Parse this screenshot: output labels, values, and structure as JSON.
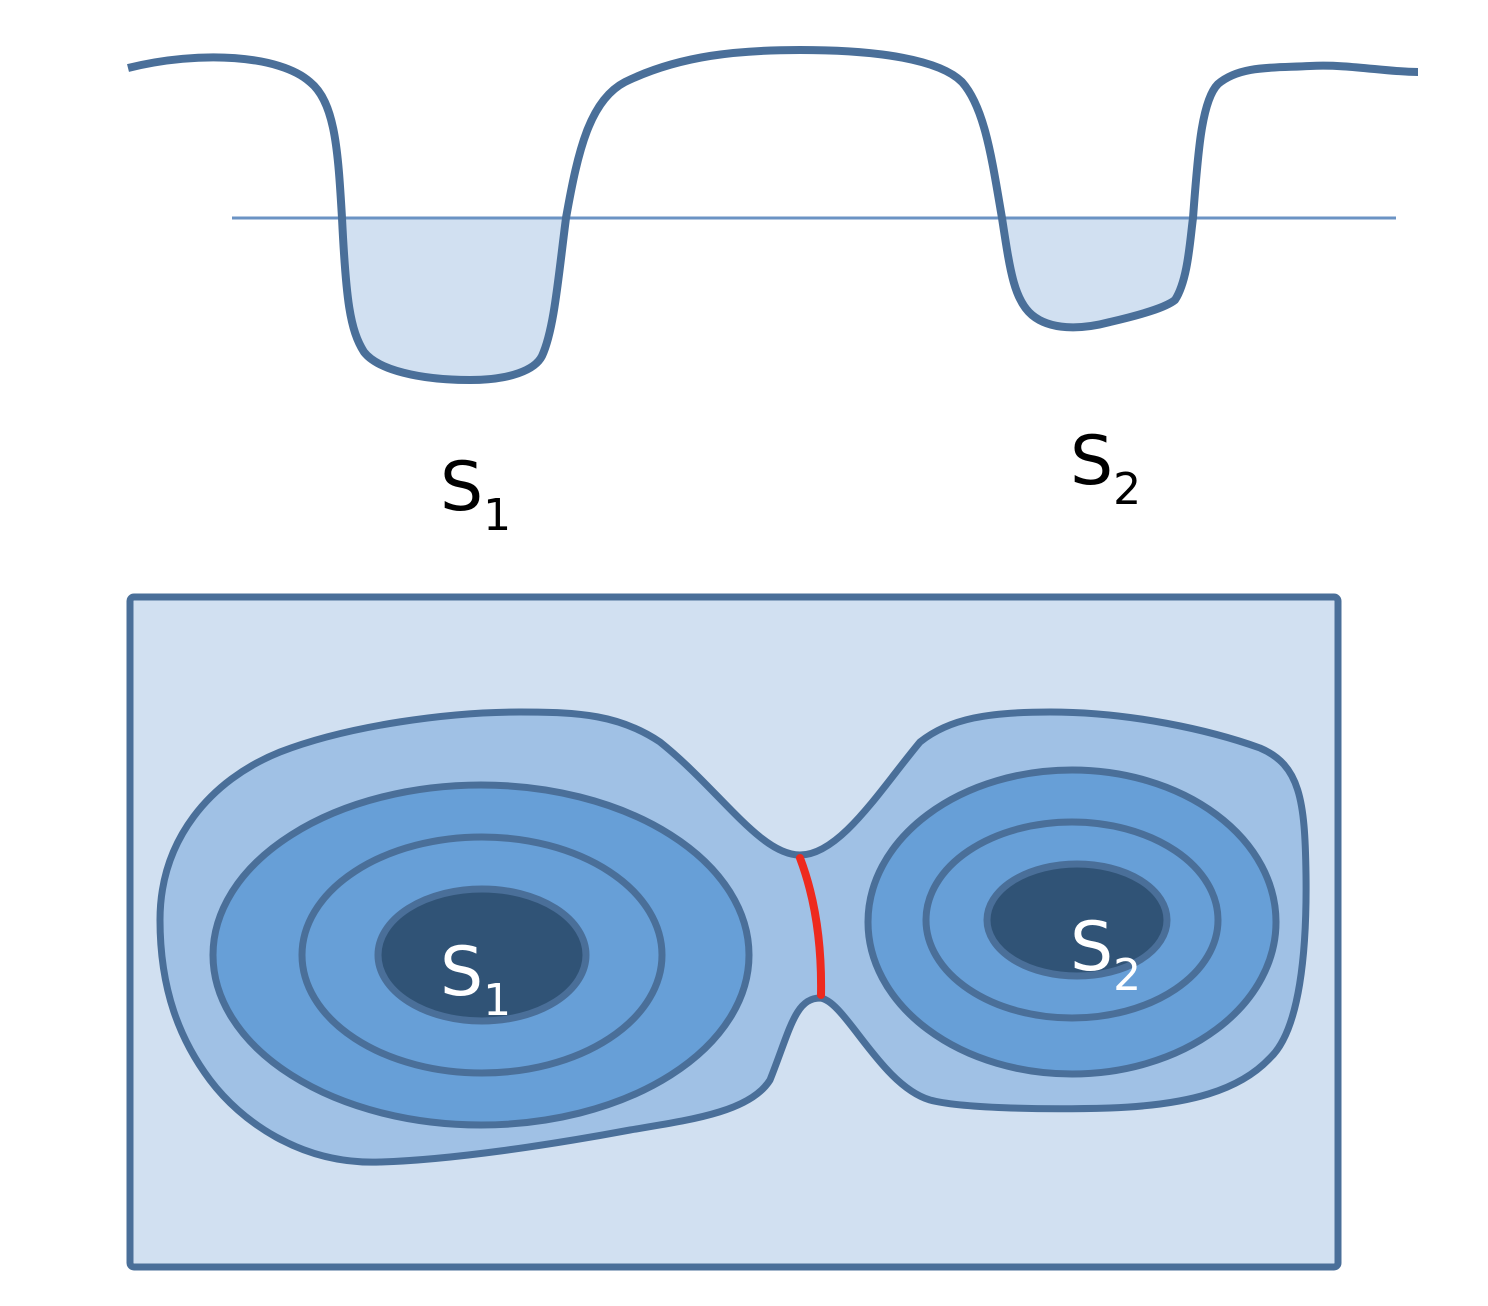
{
  "colors": {
    "outline": "#4a6f99",
    "well_fill": "#d1e0f1",
    "threshold_line": "#6b93c4",
    "box_fill": "#d1e0f1",
    "level_outer": "#a0c1e5",
    "level_middle": "#679fd7",
    "level_core": "#305376",
    "barrier": "#ee2a1e",
    "label_dark": "#000000",
    "label_light": "#ffffff"
  },
  "labels": {
    "top_s1": {
      "base": "S",
      "sub": "1"
    },
    "top_s2": {
      "base": "S",
      "sub": "2"
    },
    "map_s1": {
      "base": "S",
      "sub": "1"
    },
    "map_s2": {
      "base": "S",
      "sub": "2"
    }
  }
}
